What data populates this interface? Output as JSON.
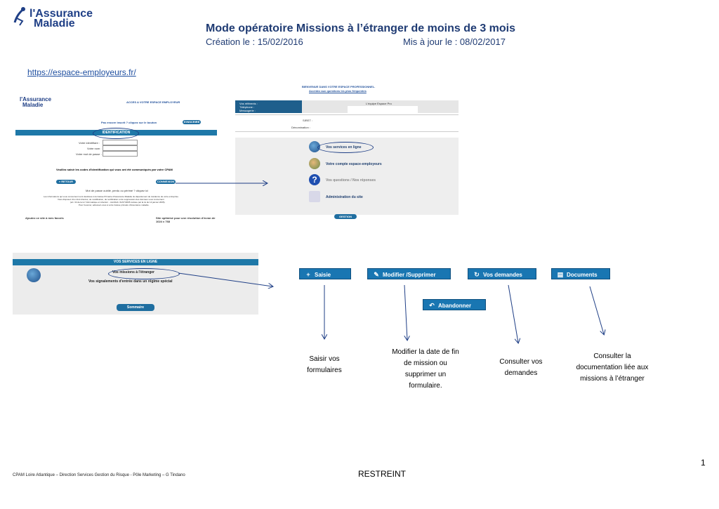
{
  "logo": {
    "line1": "l'Assurance",
    "line2": "Maladie"
  },
  "header": {
    "title": "Mode opératoire Missions à l’étranger de moins de 3 mois",
    "created": "Création le : 15/02/2016",
    "updated": "Mis à jour le : 08/02/2017"
  },
  "url": "https://espace-employeurs.fr/",
  "login_screen": {
    "logo1": "l'Assurance",
    "logo2": "Maladie",
    "heading": "ACCES A VOTRE ESPACE EMPLOYEUR",
    "not_registered": "Pas encore inscrit ? cliquez sur le bouton",
    "signup_btn": "S'INSCRIRE",
    "section": "IDENTIFICATION",
    "field1": "Votre identifiant :",
    "field2": "Votre nom :",
    "field3": "Votre mot de passe :",
    "instruction": "Veuillez saisir les codes d'identification qui vous ont été communiqués par votre CPAM",
    "back_btn": "« RETOUR",
    "connect_btn": "CONNEXION",
    "forgot": "Mot de passe oublié, perdu ou périmé ? cliquez ici",
    "info1": "Les informations qui vous concernent sont destinées à la Caisse Primaire d'Assurance Maladie du département de résidence de votre entreprise.",
    "info2": "Vous disposez d'un droit d'accès, de modification, de rectification et de suppression des données vous concernant",
    "info3": "(art. 34 de la loi 'Informatique et Libertés' - Juin/Déb. 01/07/2005 révisée par la loi du 14 janvier 2005).",
    "info4": "Pour l'exercer, adressez-vous à votre Caisse primaire d'Assurance maladie.",
    "fav": "Ajoutez ce site à mes favoris",
    "resolution": "Site optimisé pour une résolution d'écran de 1024 x 768"
  },
  "home_screen": {
    "welcome": "BIENVENUE DANS VOTRE ESPACE PROFESSIONNEL.",
    "faq": "Accédez aux questions les plus fréquentes",
    "referents": "Vos référents :",
    "tel": "Téléphone :",
    "messagerie": "Messagerie :",
    "espace_pro": "L'équipe Espace Pro",
    "siret": "SIRET :",
    "denomination": "Dénomination :",
    "menu1": "Vos services en ligne",
    "menu2": "Votre compte espace-employeurs",
    "menu3": "Vos questions / Nos réponses",
    "menu4": "Administration du site",
    "gestion_btn": "GESTION"
  },
  "services_screen": {
    "bar": "VOS SERVICES EN LIGNE",
    "item1": "Vos missions à l'étranger",
    "item2": "Vos signalements d'entrée dans un régime spécial",
    "btn": "Sommaire"
  },
  "toolbar": {
    "saisie": "Saisie",
    "modifier": "Modifier /Supprimer",
    "demandes": "Vos demandes",
    "documents": "Documents",
    "abandonner": "Abandonner"
  },
  "captions": {
    "saisie": "Saisir vos formulaires",
    "modifier": "Modifier la date de fin de mission ou supprimer un formulaire.",
    "demandes": "Consulter vos demandes",
    "documents": "Consulter la documentation liée aux missions à l’étranger"
  },
  "footer": {
    "left": "CPAM Loire Atlantique – Direction Services Gestion du Risque - Pôle Marketing – G Tindano",
    "center": "RESTREINT",
    "page": "1"
  }
}
